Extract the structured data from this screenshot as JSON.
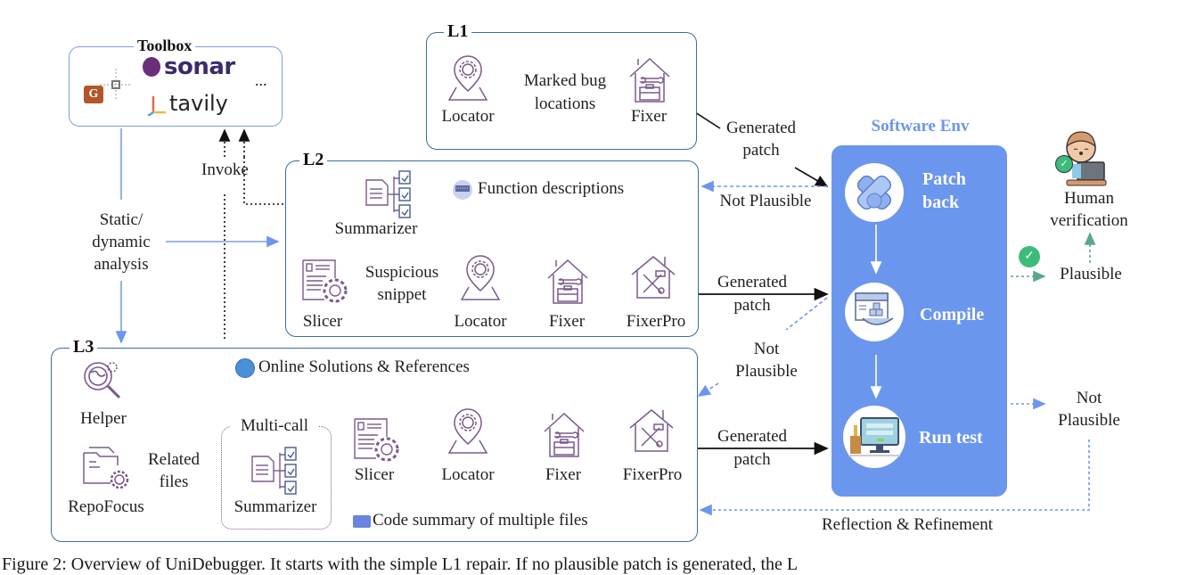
{
  "toolbox": {
    "title": "Toolbox",
    "tools": [
      "G",
      "sonar",
      "tavily"
    ],
    "more": "..."
  },
  "invoke_label": "Invoke",
  "analysis_label": [
    "Static/",
    "dynamic",
    "analysis"
  ],
  "l1": {
    "title": "L1",
    "locator": "Locator",
    "fixer": "Fixer",
    "edge_label": [
      "Marked bug",
      "locations"
    ]
  },
  "l2": {
    "title": "L2",
    "summarizer": "Summarizer",
    "function_descriptions": "Function descriptions",
    "slicer": "Slicer",
    "edge_label": [
      "Suspicious",
      "snippet"
    ],
    "locator": "Locator",
    "fixer": "Fixer",
    "fixerpro": "FixerPro"
  },
  "l3": {
    "title": "L3",
    "helper": "Helper",
    "online_solutions": "Online Solutions & References",
    "repofocus": "RepoFocus",
    "edge_label": [
      "Related",
      "files"
    ],
    "multicall": "Multi-call",
    "summarizer": "Summarizer",
    "slicer": "Slicer",
    "locator": "Locator",
    "fixer": "Fixer",
    "fixerpro": "FixerPro",
    "code_summary": "Code summary of multiple files"
  },
  "generated_patch": [
    "Generated",
    "patch"
  ],
  "not_plausible": "Not Plausible",
  "not_plausible_split": [
    "Not",
    "Plausible"
  ],
  "env": {
    "title": "Software Env",
    "stages": [
      {
        "label": [
          "Patch",
          "back"
        ],
        "icon": "bandage-icon"
      },
      {
        "label": [
          "Compile"
        ],
        "icon": "docker-code-icon"
      },
      {
        "label": [
          "Run test"
        ],
        "icon": "monitor-test-icon"
      }
    ]
  },
  "plausible": "Plausible",
  "human_verification": [
    "Human",
    "verification"
  ],
  "reflection": "Reflection & Refinement",
  "colors": {
    "box_border": "#3b6e9e",
    "env_bg": "#6b96ee",
    "icon_purple": "#7a5a8c",
    "green": "#3dbb7a",
    "blue_dash": "#6b96ee"
  },
  "caption": "Figure 2: Overview of UniDebugger. It starts with the simple L1 repair. If no plausible patch is generated, the L"
}
